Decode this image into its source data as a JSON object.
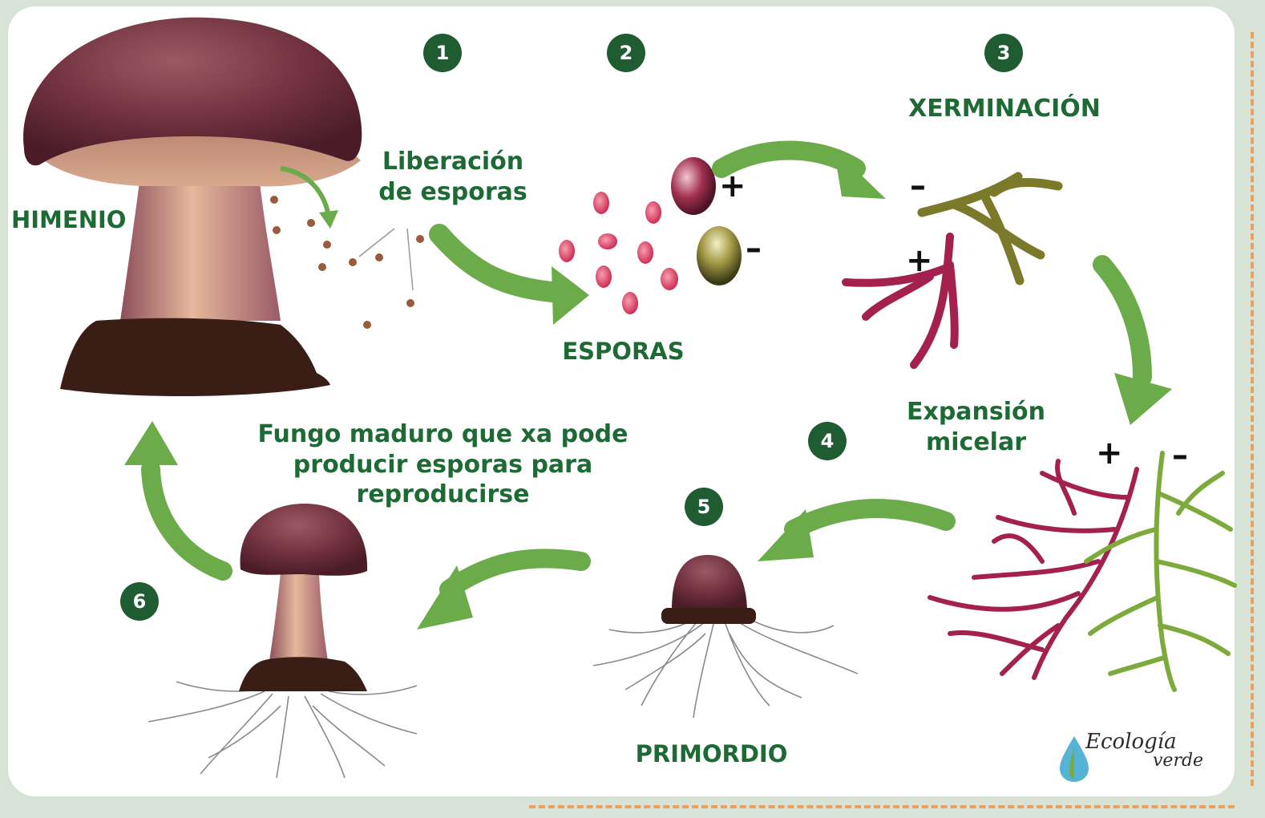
{
  "steps": [
    "1",
    "2",
    "3",
    "4",
    "5",
    "6"
  ],
  "labels": {
    "himenio": "HIMENIO",
    "liberacion": [
      "Liberación",
      "de esporas"
    ],
    "esporas": "ESPORAS",
    "xerminacion": "XERMINACIÓN",
    "expansion": [
      "Expansión",
      "micelar"
    ],
    "primordio": "PRIMORDIO",
    "fungo": [
      "Fungo maduro que xa pode",
      "producir esporas para",
      "reproducirse"
    ]
  },
  "signs": {
    "plus": "+",
    "minus": "–"
  },
  "brand": {
    "line1": "Ecología",
    "line2": "verde"
  },
  "colors": {
    "label_green": "#1d6a35",
    "badge_green": "#1f5c31",
    "arrow_green": "#6cab4a",
    "spore_pink": "#cf2d54",
    "hypha_magenta": "#a3204f",
    "hypha_olive": "#7b7a2a",
    "hypha_green": "#7cab3b",
    "cap_brown": "#6e2f3e",
    "stem_pink": "#c89393",
    "volva_dark": "#3a1e16"
  }
}
